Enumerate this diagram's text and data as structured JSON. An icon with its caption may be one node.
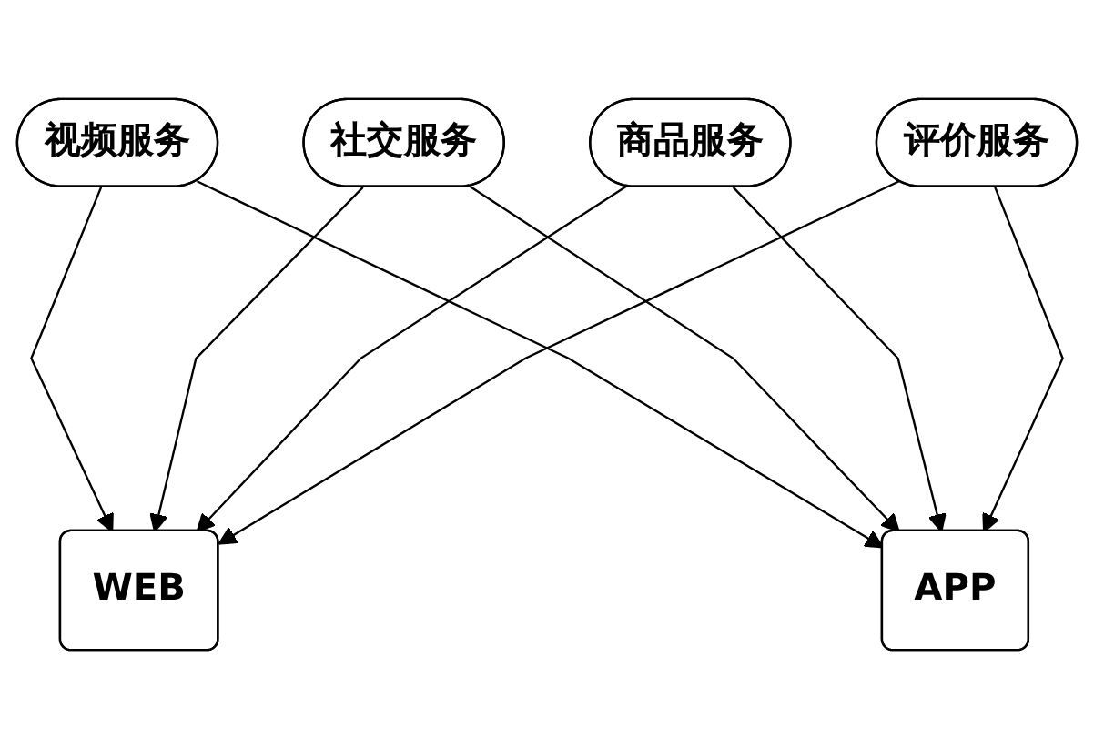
{
  "diagram": {
    "nodes": [
      {
        "text": [
          "视频服务"
        ]
      },
      {
        "text": [
          "社交服务"
        ]
      },
      {
        "text": [
          "商品服务"
        ]
      },
      {
        "text": [
          "评价服务"
        ]
      },
      {
        "text": [
          "WEB"
        ]
      },
      {
        "text": [
          "APP"
        ]
      }
    ],
    "edges": [
      {
        "from": 0,
        "to": 4,
        "arrow": "to"
      },
      {
        "from": 0,
        "to": 5,
        "arrow": "to"
      },
      {
        "from": 1,
        "to": 4,
        "arrow": "to"
      },
      {
        "from": 1,
        "to": 5,
        "arrow": "to"
      },
      {
        "from": 2,
        "to": 4,
        "arrow": "to"
      },
      {
        "from": 2,
        "to": 5,
        "arrow": "to"
      },
      {
        "from": 3,
        "to": 4,
        "arrow": "to"
      },
      {
        "from": 3,
        "to": 5,
        "arrow": "to"
      }
    ]
  }
}
